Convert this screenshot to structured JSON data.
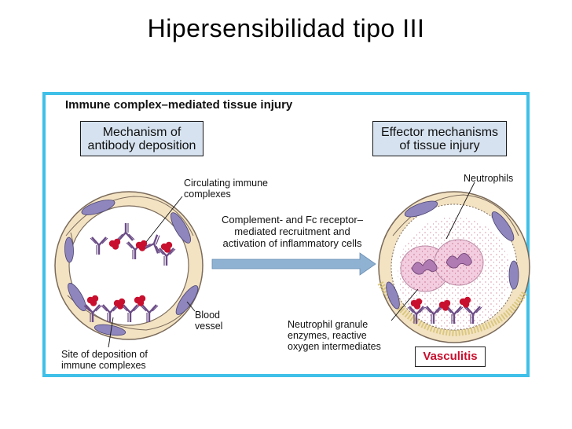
{
  "slide_title": "Hipersensibilidad tipo III",
  "figure": {
    "header": "Immune complex–mediated tissue injury",
    "left_box": [
      "Mechanism of",
      "antibody deposition"
    ],
    "right_box": [
      "Effector mechanisms",
      "of tissue injury"
    ],
    "label_circulating": [
      "Circulating immune",
      "complexes"
    ],
    "label_center": [
      "Complement- and Fc receptor–",
      "mediated recruitment and",
      "activation of inflammatory cells"
    ],
    "label_blood_vessel": [
      "Blood",
      "vessel"
    ],
    "label_site": [
      "Site of deposition of",
      "immune complexes"
    ],
    "label_neutrophils": "Neutrophils",
    "label_granule": [
      "Neutrophil granule",
      "enzymes, reactive",
      "oxygen intermediates"
    ],
    "label_vasculitis": "Vasculitis"
  },
  "colors": {
    "frame_border": "#3fc0e8",
    "box_fill": "#d6e2ef",
    "vessel_wall": "#f3e3c3",
    "endothelial_cell": "#8e86bd",
    "antibody": "#6b4c86",
    "antigen": "#c8102e",
    "neutrophil": "#f3cde0",
    "arrow": "#8fb1d2",
    "vasculitis_text": "#c8102e"
  }
}
